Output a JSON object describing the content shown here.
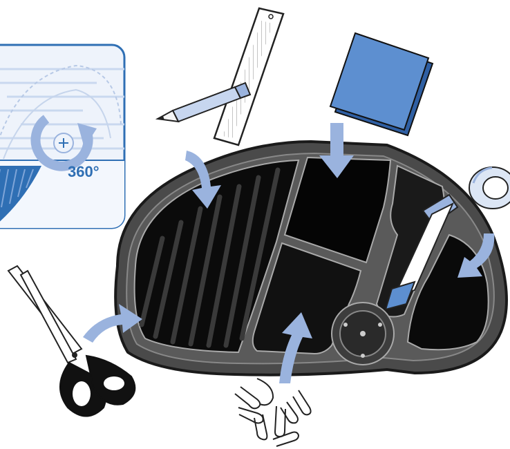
{
  "rotation_panel": {
    "rotation_label": "360°"
  },
  "colors": {
    "tray_outer": "#4a4a4a",
    "tray_inner": "#0a0a0a",
    "arrow_fill": "#9ab3de",
    "panel_blue": "#2f6fb4",
    "note_blue": "#5d8fd0",
    "scissor_handle": "#111111"
  },
  "items": [
    {
      "name": "ruler",
      "target": "striped-compartment"
    },
    {
      "name": "pencil",
      "target": "striped-compartment"
    },
    {
      "name": "sticky-notes",
      "target": "top-square-compartment"
    },
    {
      "name": "tape-roll",
      "target": "tape-dispenser"
    },
    {
      "name": "scissors",
      "target": "striped-compartment"
    },
    {
      "name": "paper-clips",
      "target": "center-compartment"
    }
  ]
}
